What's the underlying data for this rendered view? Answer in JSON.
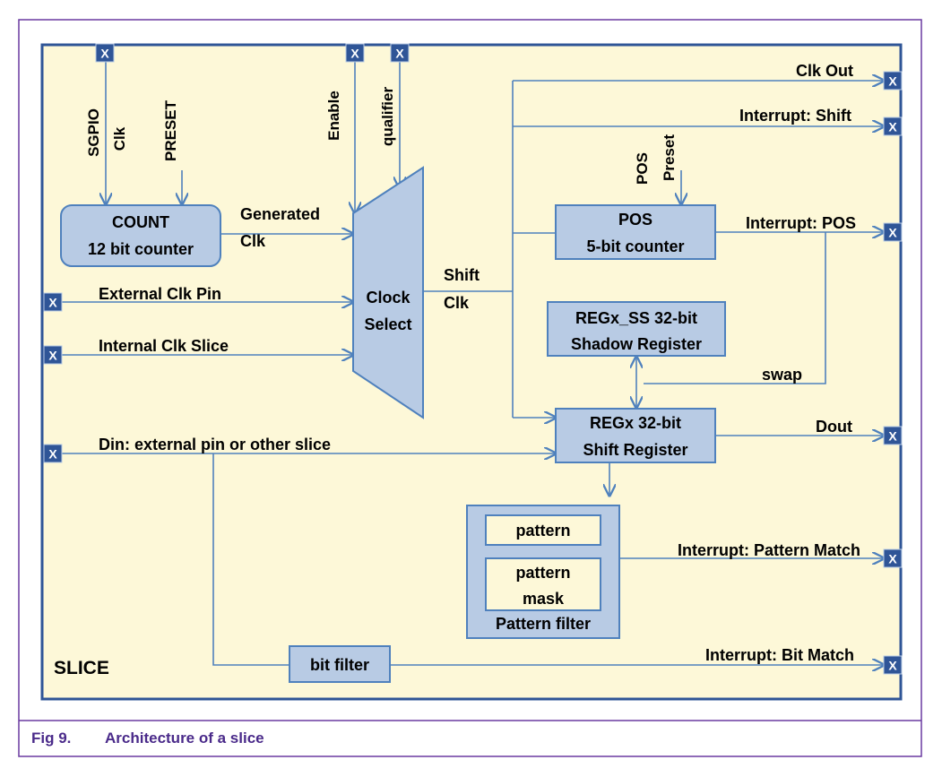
{
  "colors": {
    "frame": "#6a3aa0",
    "background": "#fdf8d8",
    "block_fill": "#b8cbe4",
    "block_stroke": "#4f81bd",
    "wire": "#4f81bd",
    "pin_fill": "#2f5597",
    "caption": "#4a2a8a"
  },
  "diagram": {
    "slice_label": "SLICE",
    "pin_glyph": "X",
    "blocks": {
      "count": {
        "line1": "COUNT",
        "line2": "12 bit counter"
      },
      "clock_select": {
        "line1": "Clock",
        "line2": "Select"
      },
      "pos": {
        "line1": "POS",
        "line2": "5-bit counter"
      },
      "regx_ss": {
        "line1": "REGx_SS 32-bit",
        "line2": "Shadow Register"
      },
      "regx": {
        "line1": "REGx 32-bit",
        "line2": "Shift Register"
      },
      "pattern": "pattern",
      "pattern_mask": {
        "line1": "pattern",
        "line2": "mask"
      },
      "pattern_filter": "Pattern filter",
      "bit_filter": "bit filter"
    },
    "vertical_labels": {
      "sgpio": "SGPIO",
      "clk": "Clk",
      "preset_top": "PRESET",
      "enable": "Enable",
      "qualifier": "qualifier",
      "pos_in": "POS",
      "preset_pos": "Preset"
    },
    "signals": {
      "generated_clk_1": "Generated",
      "generated_clk_2": "Clk",
      "external_clk_pin": "External Clk  Pin",
      "internal_clk_slice": "Internal Clk Slice",
      "din": "Din: external  pin or other slice",
      "shift_clk_1": "Shift",
      "shift_clk_2": "Clk",
      "clk_out": "Clk Out",
      "interrupt_shift": "Interrupt: Shift",
      "interrupt_pos": "Interrupt: POS",
      "swap": "swap",
      "dout": "Dout",
      "interrupt_pattern_match": "Interrupt: Pattern Match",
      "interrupt_bit_match": "Interrupt: Bit Match"
    }
  },
  "caption": {
    "number": "Fig 9.",
    "title": "Architecture of a slice"
  }
}
